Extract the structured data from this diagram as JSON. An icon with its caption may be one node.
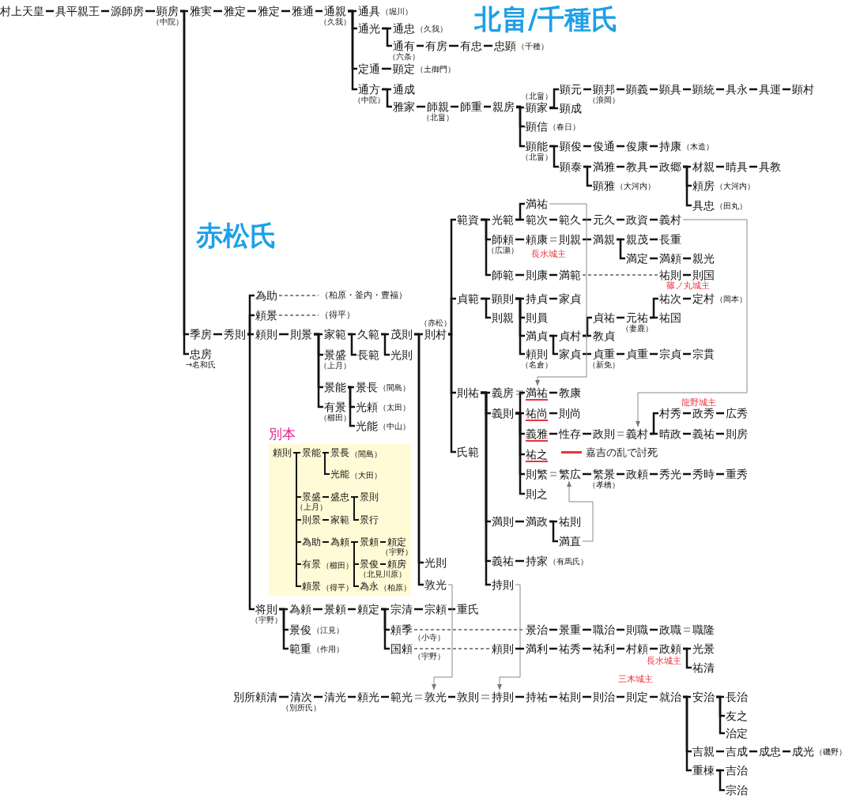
{
  "diagram": {
    "nodes": [
      {
        "text": [
          "村上天皇"
        ]
      },
      {
        "text": [
          "具平親王"
        ]
      },
      {
        "text": [
          "源師房"
        ]
      },
      {
        "text": [
          "顕房"
        ],
        "beside": [
          "（中院）"
        ]
      },
      {
        "text": [
          "雅実"
        ]
      },
      {
        "text": [
          "雅定"
        ]
      },
      {
        "text": [
          "雅定"
        ]
      },
      {
        "text": [
          "雅通"
        ]
      },
      {
        "text": [
          "通親"
        ],
        "beside": [
          "（久我）"
        ]
      },
      {
        "text": [
          "通具"
        ],
        "beside": [
          "（堀川）"
        ]
      },
      {
        "text": [
          "通光"
        ]
      },
      {
        "text": [
          "通忠"
        ],
        "beside": [
          "（久我）"
        ]
      },
      {
        "text": [
          "通有"
        ],
        "beside": [
          "（六条）"
        ]
      },
      {
        "text": [
          "有房"
        ]
      },
      {
        "text": [
          "有忠"
        ]
      },
      {
        "text": [
          "忠顕"
        ],
        "beside": [
          "（千種）"
        ]
      },
      {
        "text": [
          "定通"
        ]
      },
      {
        "text": [
          "顕定"
        ],
        "beside": [
          "（土御門）"
        ]
      },
      {
        "text": [
          "通方"
        ],
        "beside": [
          "（中院）"
        ]
      },
      {
        "text": [
          "通成"
        ]
      },
      {
        "text": [
          "雅家"
        ]
      },
      {
        "text": [
          "師親"
        ],
        "beside": [
          "（北畠）"
        ]
      },
      {
        "text": [
          "師重"
        ]
      },
      {
        "text": [
          "親房"
        ]
      },
      {
        "text": [
          "顕家"
        ],
        "beside": [
          "（北畠）"
        ]
      },
      {
        "text": [
          "顕元"
        ]
      },
      {
        "text": [
          "顕邦"
        ],
        "beside": [
          "（浪岡）"
        ]
      },
      {
        "text": [
          "顕義"
        ]
      },
      {
        "text": [
          "顕具"
        ]
      },
      {
        "text": [
          "顕統"
        ]
      },
      {
        "text": [
          "具永"
        ]
      },
      {
        "text": [
          "具運"
        ]
      },
      {
        "text": [
          "顕村"
        ]
      },
      {
        "text": [
          "顕成"
        ]
      },
      {
        "text": [
          "顕信"
        ],
        "beside": [
          "（春日）"
        ]
      },
      {
        "text": [
          "顕能"
        ],
        "beside": [
          "（北畠）"
        ]
      },
      {
        "text": [
          "顕俊"
        ]
      },
      {
        "text": [
          "俊通"
        ]
      },
      {
        "text": [
          "俊康"
        ]
      },
      {
        "text": [
          "持康"
        ],
        "beside": [
          "（木造）"
        ]
      },
      {
        "text": [
          "顕泰"
        ]
      },
      {
        "text": [
          "満雅"
        ]
      },
      {
        "text": [
          "教具"
        ]
      },
      {
        "text": [
          "政郷"
        ]
      },
      {
        "text": [
          "材親"
        ]
      },
      {
        "text": [
          "晴具"
        ]
      },
      {
        "text": [
          "具教"
        ]
      },
      {
        "text": [
          "顕雅"
        ],
        "beside": [
          "（大河内）"
        ]
      },
      {
        "text": [
          "頼房"
        ],
        "beside": [
          "（大河内）"
        ]
      },
      {
        "text": [
          "具忠"
        ],
        "beside": [
          "（田丸）"
        ]
      },
      {
        "text": [
          "季房"
        ]
      },
      {
        "text": [
          "忠房"
        ],
        "beside": [
          "→名和氏"
        ]
      },
      {
        "text": [
          "秀則"
        ]
      },
      {
        "text": [
          "為助"
        ]
      },
      {
        "text": [
          "（柏原・釜内・豊福）"
        ]
      },
      {
        "text": [
          "頼景"
        ]
      },
      {
        "text": [
          "（得平）"
        ]
      },
      {
        "text": [
          "頼則"
        ]
      },
      {
        "text": [
          "則景"
        ]
      },
      {
        "text": [
          "家範"
        ]
      },
      {
        "text": [
          "久範"
        ]
      },
      {
        "text": [
          "茂則"
        ]
      },
      {
        "text": [
          "則村"
        ],
        "beside": [
          "（赤松）"
        ]
      },
      {
        "text": [
          "景盛"
        ],
        "beside": [
          "（上月）"
        ]
      },
      {
        "text": [
          "長範"
        ]
      },
      {
        "text": [
          "光則"
        ]
      },
      {
        "text": [
          "景能"
        ]
      },
      {
        "text": [
          "景長"
        ],
        "beside": [
          "（間島）"
        ]
      },
      {
        "text": [
          "有景"
        ],
        "beside": [
          "（櫛田）"
        ]
      },
      {
        "text": [
          "光頼"
        ],
        "beside": [
          "（太田）"
        ]
      },
      {
        "text": [
          "光能"
        ],
        "beside": [
          "（中山）"
        ]
      },
      {
        "text": [
          "別本"
        ]
      },
      {
        "text": [
          "頼則"
        ],
        "in": 71
      },
      {
        "text": [
          "景能"
        ],
        "in": 71
      },
      {
        "text": [
          "景長"
        ],
        "beside": [
          "（間島）"
        ],
        "in": 71
      },
      {
        "text": [
          "光能"
        ],
        "beside": [
          "（大田）"
        ],
        "in": 71
      },
      {
        "text": [
          "景盛"
        ],
        "beside": [
          "（上月）"
        ],
        "in": 71
      },
      {
        "text": [
          "盛忠"
        ],
        "in": 71
      },
      {
        "text": [
          "景則"
        ],
        "in": 71
      },
      {
        "text": [
          "則景"
        ],
        "in": 71
      },
      {
        "text": [
          "家範"
        ],
        "in": 71
      },
      {
        "text": [
          "景行"
        ],
        "in": 71
      },
      {
        "text": [
          "為助"
        ],
        "in": 71
      },
      {
        "text": [
          "為頼"
        ],
        "in": 71
      },
      {
        "text": [
          "景頼"
        ],
        "in": 71
      },
      {
        "text": [
          "頼定"
        ],
        "beside": [
          "（宇野）"
        ],
        "in": 71
      },
      {
        "text": [
          "有景"
        ],
        "beside": [
          "（櫛田）"
        ],
        "in": 71
      },
      {
        "text": [
          "景俊"
        ],
        "in": 71
      },
      {
        "text": [
          "頼房"
        ],
        "beside": [
          "（北見川原）"
        ],
        "in": 71
      },
      {
        "text": [
          "頼景"
        ],
        "beside": [
          "（得平）"
        ],
        "in": 71
      },
      {
        "text": [
          "為永"
        ],
        "beside": [
          "（柏原）"
        ],
        "in": 71
      },
      {
        "text": [
          "将則"
        ],
        "beside": [
          "（宇野）"
        ]
      },
      {
        "text": [
          "為頼"
        ]
      },
      {
        "text": [
          "景頼"
        ]
      },
      {
        "text": [
          "頼定"
        ]
      },
      {
        "text": [
          "宗清"
        ]
      },
      {
        "text": [
          "宗頼"
        ]
      },
      {
        "text": [
          "重氏"
        ]
      },
      {
        "text": [
          "景俊"
        ],
        "beside": [
          "（江見）"
        ]
      },
      {
        "text": [
          "範重"
        ],
        "beside": [
          "（作用）"
        ]
      },
      {
        "text": [
          "頼季"
        ],
        "beside": [
          "（小寺）"
        ]
      },
      {
        "text": [
          "国頼"
        ],
        "beside": [
          "（宇野）"
        ]
      },
      {
        "text": [
          "光則"
        ]
      },
      {
        "text": [
          "敦光"
        ]
      },
      {
        "text": [
          "範資"
        ]
      },
      {
        "text": [
          "貞範"
        ]
      },
      {
        "text": [
          "則祐"
        ]
      },
      {
        "text": [
          "氏範"
        ]
      },
      {
        "text": [
          "光範"
        ]
      },
      {
        "text": [
          "満祐"
        ]
      },
      {
        "text": [
          "範次"
        ]
      },
      {
        "text": [
          "範久"
        ]
      },
      {
        "text": [
          "元久"
        ]
      },
      {
        "text": [
          "政資"
        ]
      },
      {
        "text": [
          "義村"
        ]
      },
      {
        "text": [
          "師頼"
        ],
        "beside": [
          "（広瀬）"
        ]
      },
      {
        "text": [
          "頼康"
        ]
      },
      {
        "text": [
          "則親"
        ]
      },
      {
        "text": [
          "満親"
        ]
      },
      {
        "text": [
          "親茂"
        ]
      },
      {
        "text": [
          "長重"
        ]
      },
      {
        "text": [
          "満定"
        ]
      },
      {
        "text": [
          "満頼"
        ]
      },
      {
        "text": [
          "親光"
        ]
      },
      {
        "text": [
          "師範"
        ]
      },
      {
        "text": [
          "則康"
        ]
      },
      {
        "text": [
          "満範"
        ]
      },
      {
        "text": [
          "祐則"
        ]
      },
      {
        "text": [
          "則国"
        ]
      },
      {
        "text": [
          "顕則"
        ]
      },
      {
        "text": [
          "持貞"
        ]
      },
      {
        "text": [
          "家貞"
        ]
      },
      {
        "text": [
          "則員"
        ]
      },
      {
        "text": [
          "満貞"
        ]
      },
      {
        "text": [
          "頼則"
        ],
        "beside": [
          "（名倉）"
        ]
      },
      {
        "text": [
          "貞村"
        ]
      },
      {
        "text": [
          "家貞"
        ]
      },
      {
        "text": [
          "貞祐"
        ]
      },
      {
        "text": [
          "教貞"
        ]
      },
      {
        "text": [
          "元祐"
        ],
        "beside": [
          "（妻鹿）"
        ]
      },
      {
        "text": [
          "祐次"
        ]
      },
      {
        "text": [
          "定村"
        ],
        "beside": [
          "（岡本）"
        ]
      },
      {
        "text": [
          "祐国"
        ]
      },
      {
        "text": [
          "貞重"
        ],
        "beside": [
          "（新免）"
        ]
      },
      {
        "text": [
          "貞重"
        ]
      },
      {
        "text": [
          "宗貞"
        ]
      },
      {
        "text": [
          "宗貫"
        ]
      },
      {
        "text": [
          "則親"
        ]
      },
      {
        "text": [
          "義房"
        ]
      },
      {
        "text": [
          "満祐"
        ]
      },
      {
        "text": [
          "教康"
        ]
      },
      {
        "text": [
          "義則"
        ]
      },
      {
        "text": [
          "祐尚"
        ]
      },
      {
        "text": [
          "則尚"
        ]
      },
      {
        "text": [
          "義雅"
        ]
      },
      {
        "text": [
          "性存"
        ]
      },
      {
        "text": [
          "政則"
        ]
      },
      {
        "text": [
          "義村"
        ]
      },
      {
        "text": [
          "村秀"
        ]
      },
      {
        "text": [
          "政秀"
        ]
      },
      {
        "text": [
          "広秀"
        ]
      },
      {
        "text": [
          "晴政"
        ]
      },
      {
        "text": [
          "義祐"
        ]
      },
      {
        "text": [
          "則房"
        ]
      },
      {
        "text": [
          "祐之"
        ]
      },
      {
        "text": [
          "則繁"
        ]
      },
      {
        "text": [
          "繁広"
        ]
      },
      {
        "text": [
          "繁景"
        ],
        "beside": [
          "（孝橋）"
        ]
      },
      {
        "text": [
          "政頼"
        ]
      },
      {
        "text": [
          "秀光"
        ]
      },
      {
        "text": [
          "秀時"
        ]
      },
      {
        "text": [
          "重秀"
        ]
      },
      {
        "text": [
          "則之"
        ]
      },
      {
        "text": [
          "満則"
        ]
      },
      {
        "text": [
          "満政"
        ]
      },
      {
        "text": [
          "祐則"
        ]
      },
      {
        "text": [
          "満直"
        ]
      },
      {
        "text": [
          "義祐"
        ]
      },
      {
        "text": [
          "持家"
        ],
        "beside": [
          "（有馬氏）"
        ]
      },
      {
        "text": [
          "持則"
        ]
      },
      {
        "text": [
          "景治"
        ]
      },
      {
        "text": [
          "景重"
        ]
      },
      {
        "text": [
          "職治"
        ]
      },
      {
        "text": [
          "則職"
        ]
      },
      {
        "text": [
          "政職"
        ]
      },
      {
        "text": [
          "職隆"
        ]
      },
      {
        "text": [
          "頼則"
        ]
      },
      {
        "text": [
          "満利"
        ]
      },
      {
        "text": [
          "祐秀"
        ]
      },
      {
        "text": [
          "祐利"
        ]
      },
      {
        "text": [
          "村頼"
        ]
      },
      {
        "text": [
          "政頼"
        ]
      },
      {
        "text": [
          "光景"
        ]
      },
      {
        "text": [
          "祐清"
        ]
      },
      {
        "text": [
          "別所頼清"
        ]
      },
      {
        "text": [
          "清次"
        ],
        "beside": [
          "（別所氏）"
        ]
      },
      {
        "text": [
          "清光"
        ]
      },
      {
        "text": [
          "頼光"
        ]
      },
      {
        "text": [
          "範光"
        ]
      },
      {
        "text": [
          "敦光"
        ]
      },
      {
        "text": [
          "敦則"
        ]
      },
      {
        "text": [
          "持則"
        ]
      },
      {
        "text": [
          "持祐"
        ]
      },
      {
        "text": [
          "祐則"
        ]
      },
      {
        "text": [
          "則治"
        ]
      },
      {
        "text": [
          "則定"
        ]
      },
      {
        "text": [
          "就治"
        ]
      },
      {
        "text": [
          "安治"
        ]
      },
      {
        "text": [
          "長治"
        ]
      },
      {
        "text": [
          "友之"
        ]
      },
      {
        "text": [
          "治定"
        ]
      },
      {
        "text": [
          "吉親"
        ]
      },
      {
        "text": [
          "吉成"
        ]
      },
      {
        "text": [
          "成忠"
        ]
      },
      {
        "text": [
          "成光"
        ],
        "beside": [
          "（磯野）"
        ]
      },
      {
        "text": [
          "重棟"
        ]
      },
      {
        "text": [
          "吉治"
        ]
      },
      {
        "text": [
          "宗治"
        ]
      }
    ],
    "edges": [
      {
        "from": 0,
        "to": 1,
        "arrow": "none"
      },
      {
        "from": 1,
        "to": 2,
        "arrow": "none"
      },
      {
        "from": 2,
        "to": 3,
        "arrow": "none"
      },
      {
        "from": 3,
        "to": 4,
        "arrow": "none"
      },
      {
        "from": 4,
        "to": 5,
        "arrow": "none"
      },
      {
        "from": 5,
        "to": 6,
        "arrow": "none"
      },
      {
        "from": 6,
        "to": 7,
        "arrow": "none"
      },
      {
        "from": 7,
        "to": 8,
        "arrow": "none"
      },
      {
        "from": 8,
        "to": 9,
        "arrow": "none"
      },
      {
        "from": 8,
        "to": 10,
        "arrow": "none"
      },
      {
        "from": 8,
        "to": 16,
        "arrow": "none"
      },
      {
        "from": 8,
        "to": 18,
        "arrow": "none"
      },
      {
        "from": 10,
        "to": 11,
        "arrow": "none"
      },
      {
        "from": 10,
        "to": 12,
        "arrow": "none"
      },
      {
        "from": 12,
        "to": 13,
        "arrow": "none"
      },
      {
        "from": 13,
        "to": 14,
        "arrow": "none"
      },
      {
        "from": 14,
        "to": 15,
        "arrow": "none"
      },
      {
        "from": 16,
        "to": 17,
        "arrow": "none"
      },
      {
        "from": 18,
        "to": 19,
        "arrow": "none"
      },
      {
        "from": 18,
        "to": 20,
        "arrow": "none"
      },
      {
        "from": 20,
        "to": 21,
        "arrow": "none"
      },
      {
        "from": 21,
        "to": 22,
        "arrow": "none"
      },
      {
        "from": 22,
        "to": 23,
        "arrow": "none"
      },
      {
        "from": 23,
        "to": 24,
        "arrow": "none"
      },
      {
        "from": 23,
        "to": 34,
        "arrow": "none"
      },
      {
        "from": 23,
        "to": 35,
        "arrow": "none"
      },
      {
        "from": 24,
        "to": 25,
        "arrow": "none"
      },
      {
        "from": 24,
        "to": 33,
        "arrow": "none"
      },
      {
        "from": 25,
        "to": 26,
        "arrow": "none"
      },
      {
        "from": 26,
        "to": 27,
        "arrow": "none"
      },
      {
        "from": 27,
        "to": 28,
        "arrow": "none"
      },
      {
        "from": 28,
        "to": 29,
        "arrow": "none"
      },
      {
        "from": 29,
        "to": 30,
        "arrow": "none"
      },
      {
        "from": 30,
        "to": 31,
        "arrow": "none"
      },
      {
        "from": 31,
        "to": 32,
        "arrow": "none"
      },
      {
        "from": 35,
        "to": 36,
        "arrow": "none"
      },
      {
        "from": 35,
        "to": 40,
        "arrow": "none"
      },
      {
        "from": 36,
        "to": 37,
        "arrow": "none"
      },
      {
        "from": 37,
        "to": 38,
        "arrow": "none"
      },
      {
        "from": 38,
        "to": 39,
        "arrow": "none"
      },
      {
        "from": 40,
        "to": 41,
        "arrow": "none"
      },
      {
        "from": 40,
        "to": 47,
        "arrow": "none"
      },
      {
        "from": 41,
        "to": 42,
        "arrow": "none"
      },
      {
        "from": 42,
        "to": 43,
        "arrow": "none"
      },
      {
        "from": 43,
        "to": 44,
        "arrow": "none"
      },
      {
        "from": 43,
        "to": 48,
        "arrow": "none"
      },
      {
        "from": 43,
        "to": 49,
        "arrow": "none"
      },
      {
        "from": 44,
        "to": 45,
        "arrow": "none"
      },
      {
        "from": 45,
        "to": 46,
        "arrow": "none"
      },
      {
        "from": 3,
        "to": 50,
        "arrow": "none"
      },
      {
        "from": 3,
        "to": 51,
        "arrow": "none"
      },
      {
        "from": 50,
        "to": 52,
        "arrow": "none"
      },
      {
        "from": 52,
        "to": 53,
        "arrow": "none"
      },
      {
        "from": 52,
        "to": 55,
        "arrow": "none"
      },
      {
        "from": 52,
        "to": 57,
        "arrow": "none"
      },
      {
        "from": 52,
        "to": 91,
        "arrow": "none"
      },
      {
        "from": 53,
        "to": 54,
        "arrow": "none",
        "style": "dashed"
      },
      {
        "from": 55,
        "to": 56,
        "arrow": "none",
        "style": "dashed"
      },
      {
        "from": 57,
        "to": 58,
        "arrow": "none"
      },
      {
        "from": 58,
        "to": 59,
        "arrow": "none"
      },
      {
        "from": 58,
        "to": 63,
        "arrow": "none"
      },
      {
        "from": 58,
        "to": 66,
        "arrow": "none"
      },
      {
        "from": 58,
        "to": 68,
        "arrow": "none"
      },
      {
        "from": 59,
        "to": 60,
        "arrow": "none"
      },
      {
        "from": 59,
        "to": 64,
        "arrow": "none"
      },
      {
        "from": 60,
        "to": 61,
        "arrow": "none"
      },
      {
        "from": 60,
        "to": 65,
        "arrow": "none"
      },
      {
        "from": 61,
        "to": 62,
        "arrow": "none"
      },
      {
        "from": 61,
        "to": 102,
        "arrow": "none"
      },
      {
        "from": 61,
        "to": 103,
        "arrow": "none"
      },
      {
        "from": 66,
        "to": 67,
        "arrow": "none"
      },
      {
        "from": 66,
        "to": 69,
        "arrow": "none"
      },
      {
        "from": 66,
        "to": 70,
        "arrow": "none"
      },
      {
        "from": 72,
        "to": 73,
        "arrow": "none"
      },
      {
        "from": 72,
        "to": 76,
        "arrow": "none"
      },
      {
        "from": 72,
        "to": 79,
        "arrow": "none"
      },
      {
        "from": 72,
        "to": 82,
        "arrow": "none"
      },
      {
        "from": 72,
        "to": 86,
        "arrow": "none"
      },
      {
        "from": 72,
        "to": 89,
        "arrow": "none"
      },
      {
        "from": 73,
        "to": 74,
        "arrow": "none"
      },
      {
        "from": 73,
        "to": 75,
        "arrow": "none"
      },
      {
        "from": 76,
        "to": 77,
        "arrow": "none"
      },
      {
        "from": 77,
        "to": 78,
        "arrow": "none"
      },
      {
        "from": 77,
        "to": 81,
        "arrow": "none"
      },
      {
        "from": 79,
        "to": 80,
        "arrow": "none"
      },
      {
        "from": 82,
        "to": 83,
        "arrow": "none"
      },
      {
        "from": 83,
        "to": 84,
        "arrow": "none"
      },
      {
        "from": 83,
        "to": 87,
        "arrow": "none"
      },
      {
        "from": 83,
        "to": 90,
        "arrow": "none"
      },
      {
        "from": 84,
        "to": 85,
        "arrow": "none"
      },
      {
        "from": 87,
        "to": 88,
        "arrow": "none"
      },
      {
        "from": 91,
        "to": 92,
        "arrow": "none"
      },
      {
        "from": 91,
        "to": 98,
        "arrow": "none"
      },
      {
        "from": 91,
        "to": 99,
        "arrow": "none"
      },
      {
        "from": 92,
        "to": 93,
        "arrow": "none"
      },
      {
        "from": 93,
        "to": 94,
        "arrow": "none"
      },
      {
        "from": 94,
        "to": 95,
        "arrow": "none"
      },
      {
        "from": 94,
        "to": 100,
        "arrow": "none"
      },
      {
        "from": 94,
        "to": 101,
        "arrow": "none"
      },
      {
        "from": 95,
        "to": 96,
        "arrow": "none"
      },
      {
        "from": 96,
        "to": 97,
        "arrow": "none"
      },
      {
        "from": 100,
        "to": 180,
        "arrow": "none",
        "style": "dashed"
      },
      {
        "from": 101,
        "to": 186,
        "arrow": "none",
        "style": "dashed"
      },
      {
        "from": 62,
        "to": 104,
        "arrow": "none"
      },
      {
        "from": 62,
        "to": 105,
        "arrow": "none"
      },
      {
        "from": 62,
        "to": 106,
        "arrow": "none"
      },
      {
        "from": 62,
        "to": 107,
        "arrow": "none"
      },
      {
        "from": 104,
        "to": 108,
        "arrow": "none"
      },
      {
        "from": 104,
        "to": 115,
        "arrow": "none"
      },
      {
        "from": 104,
        "to": 124,
        "arrow": "none"
      },
      {
        "from": 108,
        "to": 109,
        "arrow": "none"
      },
      {
        "from": 108,
        "to": 110,
        "arrow": "none"
      },
      {
        "from": 110,
        "to": 111,
        "arrow": "none"
      },
      {
        "from": 111,
        "to": 112,
        "arrow": "none"
      },
      {
        "from": 112,
        "to": 113,
        "arrow": "none"
      },
      {
        "from": 113,
        "to": 114,
        "arrow": "none"
      },
      {
        "from": 115,
        "to": 116,
        "arrow": "none"
      },
      {
        "from": 116,
        "to": 117,
        "arrow": "none",
        "color": "#999999"
      },
      {
        "from": 117,
        "to": 118,
        "arrow": "none"
      },
      {
        "from": 118,
        "to": 119,
        "arrow": "none"
      },
      {
        "from": 118,
        "to": 121,
        "arrow": "none"
      },
      {
        "from": 119,
        "to": 120,
        "arrow": "none"
      },
      {
        "from": 121,
        "to": 122,
        "arrow": "none"
      },
      {
        "from": 122,
        "to": 123,
        "arrow": "none"
      },
      {
        "from": 124,
        "to": 125,
        "arrow": "none"
      },
      {
        "from": 125,
        "to": 126,
        "arrow": "none"
      },
      {
        "from": 126,
        "to": 127,
        "arrow": "none",
        "style": "dashed"
      },
      {
        "from": 127,
        "to": 128,
        "arrow": "none"
      },
      {
        "from": 105,
        "to": 129,
        "arrow": "none"
      },
      {
        "from": 105,
        "to": 147,
        "arrow": "none"
      },
      {
        "from": 129,
        "to": 130,
        "arrow": "none"
      },
      {
        "from": 129,
        "to": 132,
        "arrow": "none"
      },
      {
        "from": 129,
        "to": 133,
        "arrow": "none"
      },
      {
        "from": 129,
        "to": 134,
        "arrow": "none"
      },
      {
        "from": 130,
        "to": 131,
        "arrow": "none"
      },
      {
        "from": 133,
        "to": 135,
        "arrow": "none"
      },
      {
        "from": 133,
        "to": 136,
        "arrow": "none"
      },
      {
        "from": 135,
        "to": 137,
        "arrow": "none"
      },
      {
        "from": 135,
        "to": 138,
        "arrow": "none"
      },
      {
        "from": 137,
        "to": 139,
        "arrow": "none"
      },
      {
        "from": 139,
        "to": 140,
        "arrow": "none"
      },
      {
        "from": 139,
        "to": 142,
        "arrow": "none"
      },
      {
        "from": 140,
        "to": 141,
        "arrow": "none"
      },
      {
        "from": 136,
        "to": 143,
        "arrow": "none"
      },
      {
        "from": 143,
        "to": 144,
        "arrow": "none"
      },
      {
        "from": 144,
        "to": 145,
        "arrow": "none"
      },
      {
        "from": 145,
        "to": 146,
        "arrow": "none"
      },
      {
        "from": 106,
        "to": 148,
        "arrow": "none"
      },
      {
        "from": 106,
        "to": 151,
        "arrow": "none"
      },
      {
        "from": 106,
        "to": 173,
        "arrow": "none"
      },
      {
        "from": 106,
        "to": 177,
        "arrow": "none"
      },
      {
        "from": 106,
        "to": 179,
        "arrow": "none"
      },
      {
        "from": 148,
        "to": 149,
        "arrow": "none",
        "color": "#999999"
      },
      {
        "from": 151,
        "to": 149,
        "arrow": "none"
      },
      {
        "from": 151,
        "to": 152,
        "arrow": "none"
      },
      {
        "from": 151,
        "to": 154,
        "arrow": "none"
      },
      {
        "from": 151,
        "to": 164,
        "arrow": "none"
      },
      {
        "from": 151,
        "to": 165,
        "arrow": "none"
      },
      {
        "from": 151,
        "to": 172,
        "arrow": "none"
      },
      {
        "from": 149,
        "to": 150,
        "arrow": "none"
      },
      {
        "from": 152,
        "to": 153,
        "arrow": "none"
      },
      {
        "from": 154,
        "to": 155,
        "arrow": "none"
      },
      {
        "from": 155,
        "to": 156,
        "arrow": "none"
      },
      {
        "from": 156,
        "to": 157,
        "arrow": "none",
        "color": "#999999"
      },
      {
        "from": 157,
        "to": 158,
        "arrow": "none"
      },
      {
        "from": 157,
        "to": 161,
        "arrow": "none"
      },
      {
        "from": 158,
        "to": 159,
        "arrow": "none"
      },
      {
        "from": 159,
        "to": 160,
        "arrow": "none"
      },
      {
        "from": 161,
        "to": 162,
        "arrow": "none"
      },
      {
        "from": 162,
        "to": 163,
        "arrow": "none"
      },
      {
        "from": 165,
        "to": 166,
        "arrow": "none",
        "color": "#999999"
      },
      {
        "from": 166,
        "to": 167,
        "arrow": "none"
      },
      {
        "from": 167,
        "to": 168,
        "arrow": "none"
      },
      {
        "from": 168,
        "to": 169,
        "arrow": "none"
      },
      {
        "from": 169,
        "to": 170,
        "arrow": "none"
      },
      {
        "from": 170,
        "to": 171,
        "arrow": "none"
      },
      {
        "from": 173,
        "to": 174,
        "arrow": "none"
      },
      {
        "from": 174,
        "to": 175,
        "arrow": "none"
      },
      {
        "from": 174,
        "to": 176,
        "arrow": "none"
      },
      {
        "from": 177,
        "to": 178,
        "arrow": "none"
      },
      {
        "from": 109,
        "to": 149,
        "arrow": "to",
        "color": "#888888"
      },
      {
        "from": 114,
        "to": 157,
        "arrow": "to",
        "color": "#888888"
      },
      {
        "from": 176,
        "to": 166,
        "arrow": "to",
        "color": "#888888"
      },
      {
        "from": 103,
        "to": 199,
        "arrow": "to",
        "color": "#888888"
      },
      {
        "from": 179,
        "to": 201,
        "arrow": "to",
        "color": "#888888"
      },
      {
        "from": 180,
        "to": 181,
        "arrow": "none"
      },
      {
        "from": 181,
        "to": 182,
        "arrow": "none"
      },
      {
        "from": 182,
        "to": 183,
        "arrow": "none"
      },
      {
        "from": 183,
        "to": 184,
        "arrow": "none"
      },
      {
        "from": 184,
        "to": 185,
        "arrow": "none",
        "color": "#999999"
      },
      {
        "from": 186,
        "to": 187,
        "arrow": "none"
      },
      {
        "from": 187,
        "to": 188,
        "arrow": "none"
      },
      {
        "from": 188,
        "to": 189,
        "arrow": "none"
      },
      {
        "from": 189,
        "to": 190,
        "arrow": "none"
      },
      {
        "from": 190,
        "to": 191,
        "arrow": "none"
      },
      {
        "from": 191,
        "to": 192,
        "arrow": "none"
      },
      {
        "from": 191,
        "to": 193,
        "arrow": "none"
      },
      {
        "from": 194,
        "to": 195,
        "arrow": "none"
      },
      {
        "from": 195,
        "to": 196,
        "arrow": "none"
      },
      {
        "from": 196,
        "to": 197,
        "arrow": "none"
      },
      {
        "from": 197,
        "to": 198,
        "arrow": "none"
      },
      {
        "from": 198,
        "to": 199,
        "arrow": "none",
        "color": "#999999"
      },
      {
        "from": 199,
        "to": 200,
        "arrow": "none"
      },
      {
        "from": 200,
        "to": 201,
        "arrow": "none",
        "color": "#999999"
      },
      {
        "from": 201,
        "to": 202,
        "arrow": "none"
      },
      {
        "from": 202,
        "to": 203,
        "arrow": "none"
      },
      {
        "from": 203,
        "to": 204,
        "arrow": "none"
      },
      {
        "from": 204,
        "to": 205,
        "arrow": "none"
      },
      {
        "from": 205,
        "to": 206,
        "arrow": "none"
      },
      {
        "from": 206,
        "to": 207,
        "arrow": "none"
      },
      {
        "from": 206,
        "to": 211,
        "arrow": "none"
      },
      {
        "from": 206,
        "to": 215,
        "arrow": "none"
      },
      {
        "from": 207,
        "to": 208,
        "arrow": "none"
      },
      {
        "from": 207,
        "to": 209,
        "arrow": "none"
      },
      {
        "from": 207,
        "to": 210,
        "arrow": "none"
      },
      {
        "from": 211,
        "to": 212,
        "arrow": "none"
      },
      {
        "from": 212,
        "to": 213,
        "arrow": "none"
      },
      {
        "from": 213,
        "to": 214,
        "arrow": "none"
      },
      {
        "from": 215,
        "to": 216,
        "arrow": "none"
      },
      {
        "from": 215,
        "to": 217,
        "arrow": "none"
      }
    ],
    "labels": [
      "北畠/千種氏",
      "赤松氏",
      "長水城主",
      "篠ノ丸城主",
      "龍野城主",
      "長水城主",
      "三木城主"
    ],
    "legend": [
      {
        "text": "嘉吉の乱で討死",
        "color": "#e8323c"
      }
    ]
  }
}
